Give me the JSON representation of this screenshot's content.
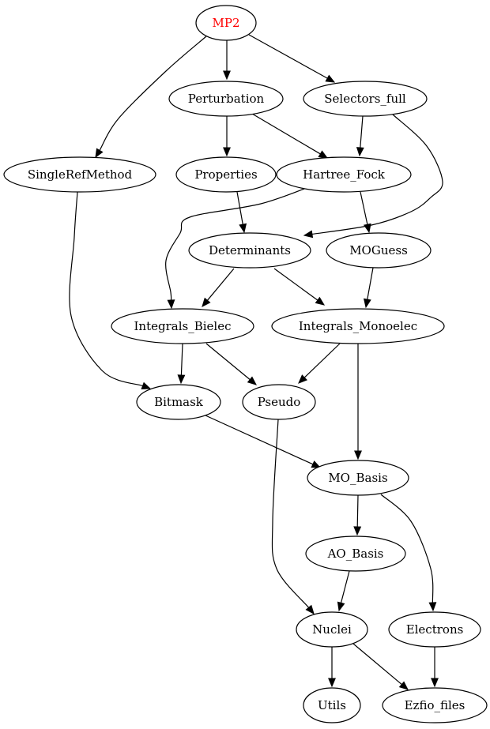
{
  "graph": {
    "nodes": [
      {
        "id": "mp2",
        "label": "MP2",
        "color": "#ff0000"
      },
      {
        "id": "perturbation",
        "label": "Perturbation"
      },
      {
        "id": "selectors_full",
        "label": "Selectors_full"
      },
      {
        "id": "singlerefmethod",
        "label": "SingleRefMethod"
      },
      {
        "id": "properties",
        "label": "Properties"
      },
      {
        "id": "hartree_fock",
        "label": "Hartree_Fock"
      },
      {
        "id": "determinants",
        "label": "Determinants"
      },
      {
        "id": "moguess",
        "label": "MOGuess"
      },
      {
        "id": "integrals_bielec",
        "label": "Integrals_Bielec"
      },
      {
        "id": "integrals_monoelec",
        "label": "Integrals_Monoelec"
      },
      {
        "id": "bitmask",
        "label": "Bitmask"
      },
      {
        "id": "pseudo",
        "label": "Pseudo"
      },
      {
        "id": "mo_basis",
        "label": "MO_Basis"
      },
      {
        "id": "ao_basis",
        "label": "AO_Basis"
      },
      {
        "id": "nuclei",
        "label": "Nuclei"
      },
      {
        "id": "electrons",
        "label": "Electrons"
      },
      {
        "id": "utils",
        "label": "Utils"
      },
      {
        "id": "ezfio_files",
        "label": "Ezfio_files"
      }
    ],
    "edges": [
      {
        "from": "mp2",
        "to": "perturbation"
      },
      {
        "from": "mp2",
        "to": "selectors_full"
      },
      {
        "from": "mp2",
        "to": "singlerefmethod"
      },
      {
        "from": "perturbation",
        "to": "properties"
      },
      {
        "from": "perturbation",
        "to": "hartree_fock"
      },
      {
        "from": "selectors_full",
        "to": "hartree_fock"
      },
      {
        "from": "selectors_full",
        "to": "determinants"
      },
      {
        "from": "singlerefmethod",
        "to": "bitmask"
      },
      {
        "from": "properties",
        "to": "determinants"
      },
      {
        "from": "hartree_fock",
        "to": "integrals_bielec"
      },
      {
        "from": "hartree_fock",
        "to": "moguess"
      },
      {
        "from": "determinants",
        "to": "integrals_bielec"
      },
      {
        "from": "determinants",
        "to": "integrals_monoelec"
      },
      {
        "from": "moguess",
        "to": "integrals_monoelec"
      },
      {
        "from": "integrals_bielec",
        "to": "bitmask"
      },
      {
        "from": "integrals_bielec",
        "to": "pseudo"
      },
      {
        "from": "integrals_monoelec",
        "to": "pseudo"
      },
      {
        "from": "integrals_monoelec",
        "to": "mo_basis"
      },
      {
        "from": "bitmask",
        "to": "mo_basis"
      },
      {
        "from": "pseudo",
        "to": "nuclei"
      },
      {
        "from": "mo_basis",
        "to": "ao_basis"
      },
      {
        "from": "mo_basis",
        "to": "electrons"
      },
      {
        "from": "ao_basis",
        "to": "nuclei"
      },
      {
        "from": "nuclei",
        "to": "utils"
      },
      {
        "from": "nuclei",
        "to": "ezfio_files"
      },
      {
        "from": "electrons",
        "to": "ezfio_files"
      }
    ]
  }
}
